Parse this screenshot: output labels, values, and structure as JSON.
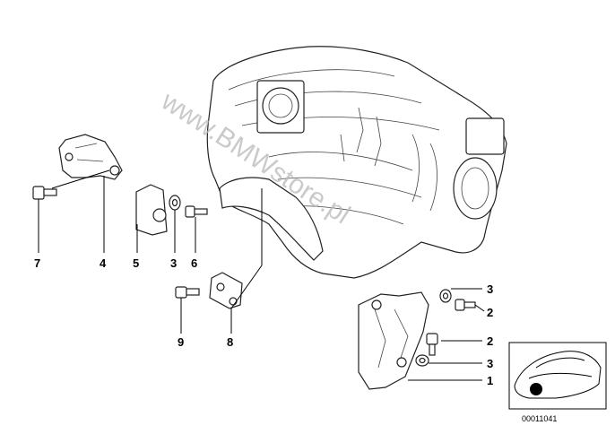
{
  "watermark": "www.BMWstore.pl",
  "callouts": [
    {
      "id": "c7",
      "label": "7"
    },
    {
      "id": "c4",
      "label": "4"
    },
    {
      "id": "c5",
      "label": "5"
    },
    {
      "id": "c3a",
      "label": "3"
    },
    {
      "id": "c6",
      "label": "6"
    },
    {
      "id": "c9",
      "label": "9"
    },
    {
      "id": "c8",
      "label": "8"
    },
    {
      "id": "c3b",
      "label": "3"
    },
    {
      "id": "c2a",
      "label": "2"
    },
    {
      "id": "c2b",
      "label": "2"
    },
    {
      "id": "c3c",
      "label": "3"
    },
    {
      "id": "c1",
      "label": "1"
    }
  ],
  "inset": {
    "part_number": "00011041"
  }
}
